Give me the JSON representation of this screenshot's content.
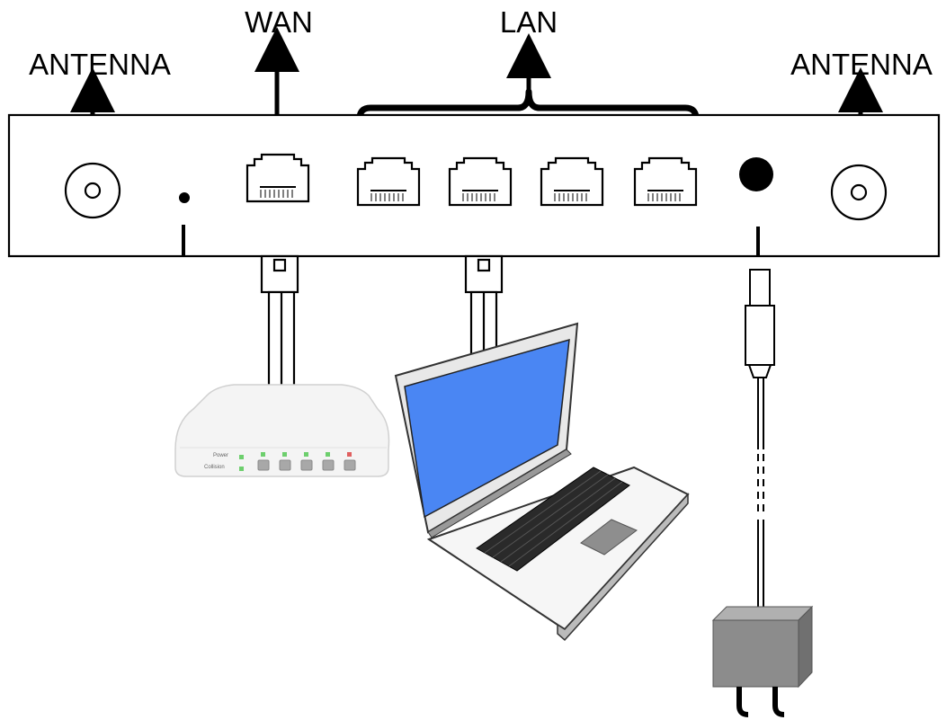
{
  "labels": {
    "antenna_left": "ANTENNA",
    "wan": "WAN",
    "lan": "LAN",
    "antenna_right": "ANTENNA"
  },
  "switch_device": {
    "power_label": "Power",
    "collision_label": "Collision",
    "led_colors": [
      "#6dcf6d",
      "#6dcf6d",
      "#6dcf6d",
      "#6dcf6d",
      "#e06060"
    ]
  },
  "colors": {
    "laptop_screen": "#4a86f3",
    "adapter": "#8c8c8c",
    "router_body": "#ffffff",
    "outline": "#000000"
  }
}
